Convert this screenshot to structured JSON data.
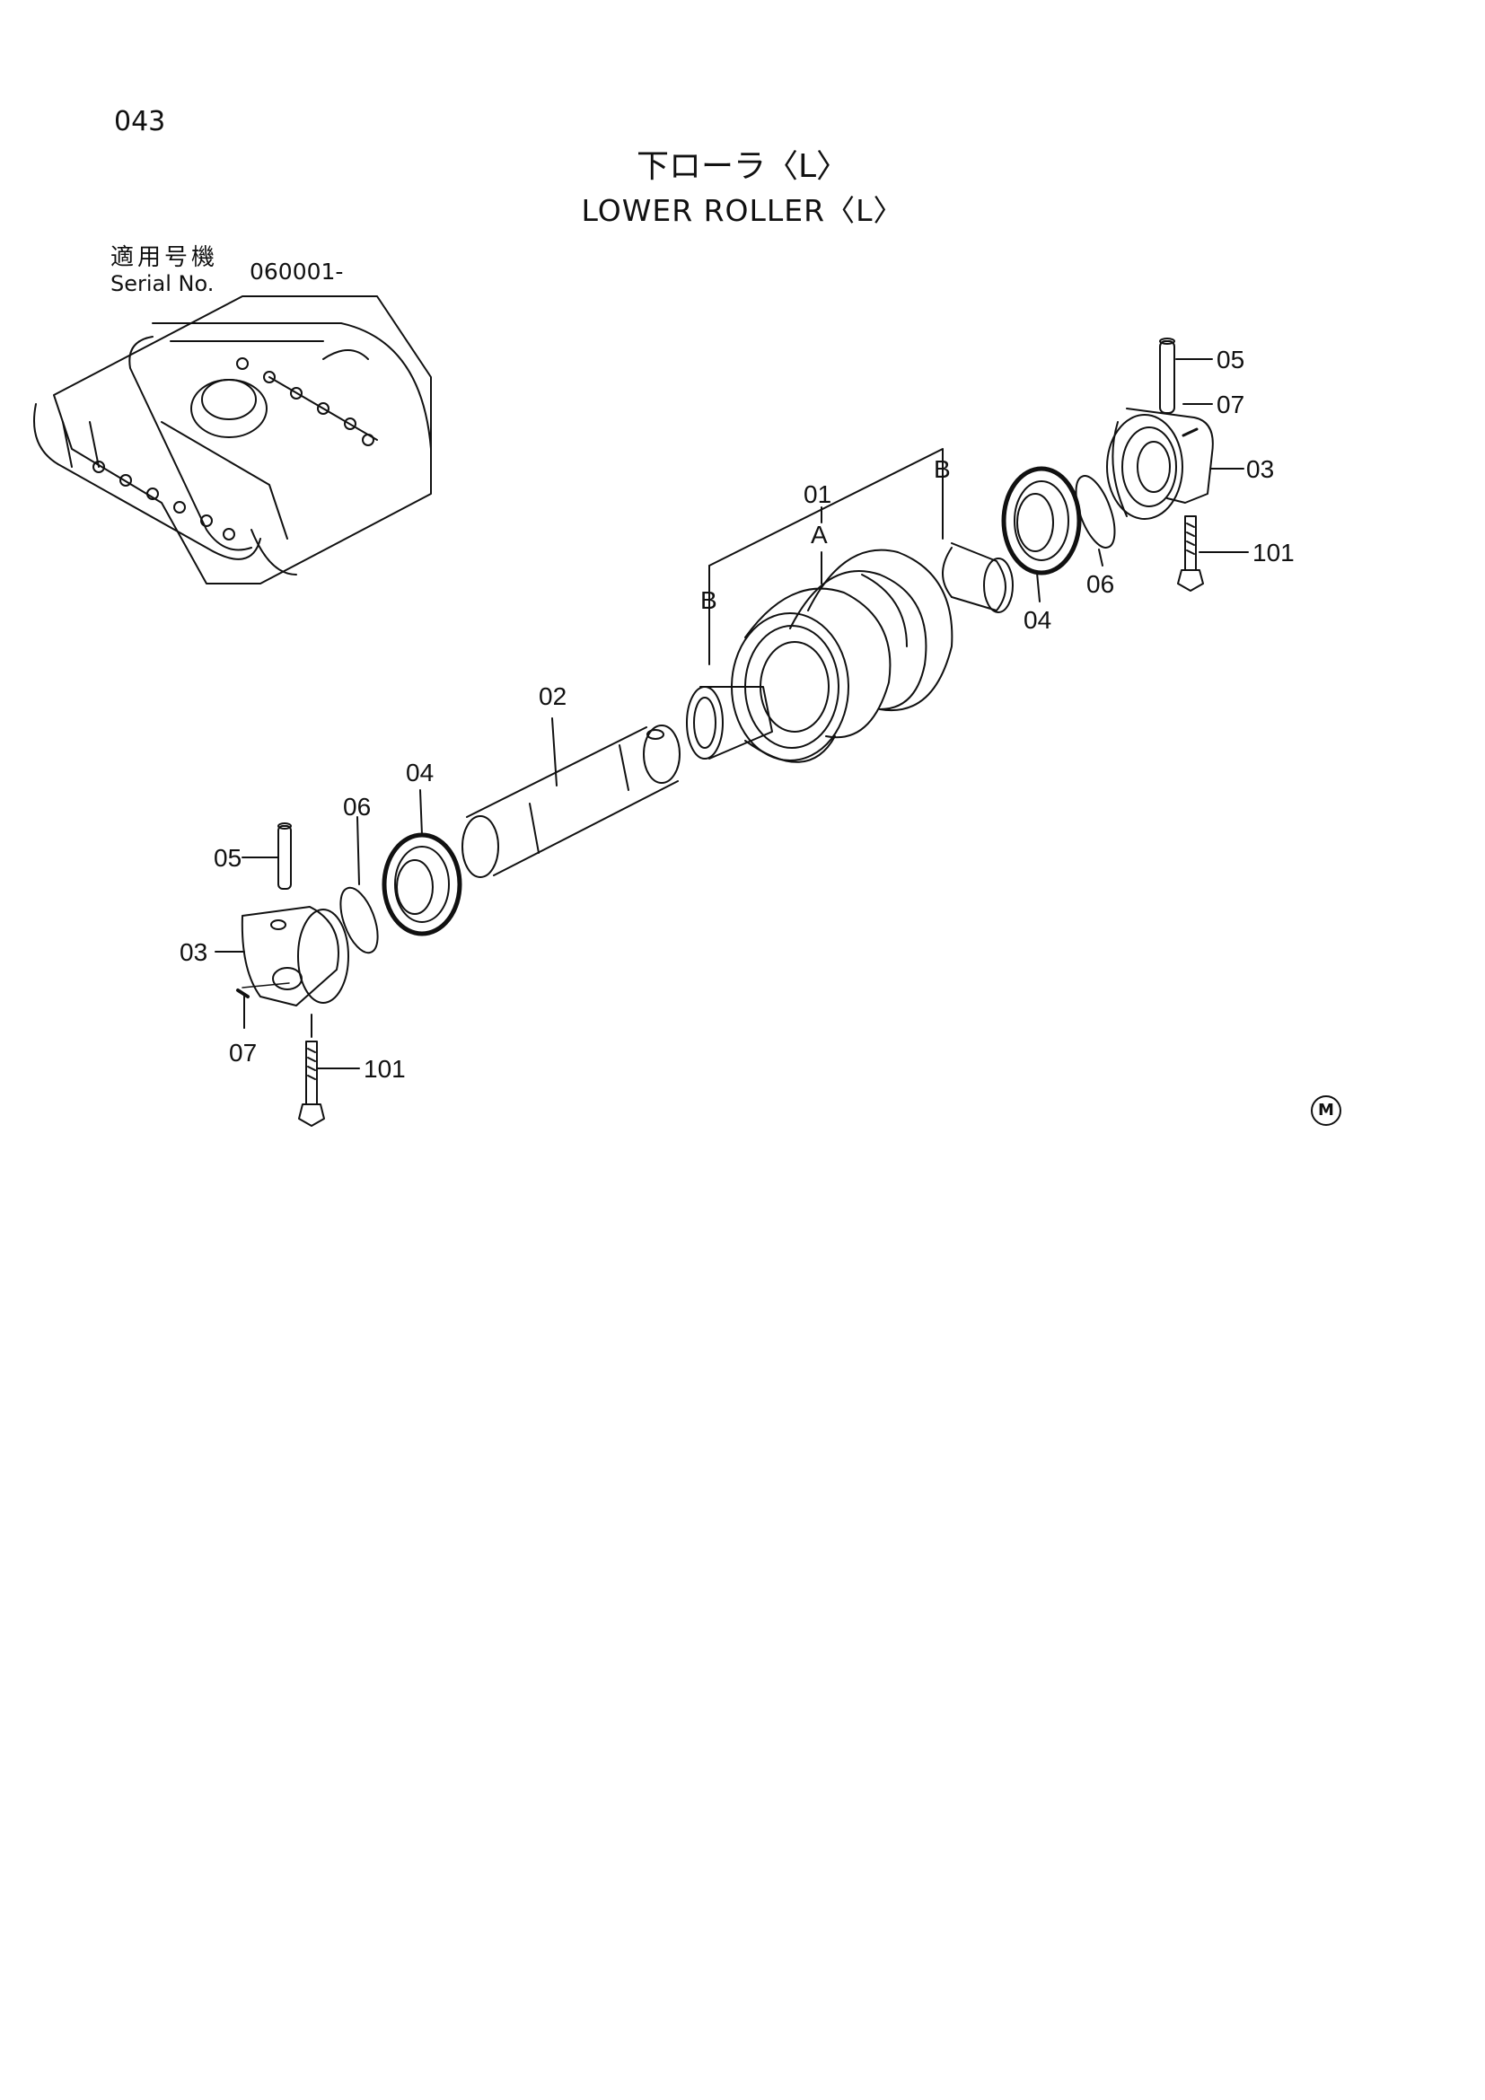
{
  "header": {
    "page_number": "043",
    "title_ja": "下ローラ〈L〉",
    "title_en": "LOWER ROLLER〈L〉",
    "serial_label_ja": "適用号機",
    "serial_label_en": "Serial No.",
    "serial_value": "060001-"
  },
  "callouts": {
    "c01": "01",
    "cA": "A",
    "cB_right": "B",
    "cB_left": "B",
    "c02": "02",
    "c03_right": "03",
    "c03_left": "03",
    "c04_right": "04",
    "c04_left": "04",
    "c05_right": "05",
    "c05_left": "05",
    "c06_right": "06",
    "c06_left": "06",
    "c07_right": "07",
    "c07_left": "07",
    "c101_right": "101",
    "c101_left": "101"
  },
  "stamp": "M"
}
